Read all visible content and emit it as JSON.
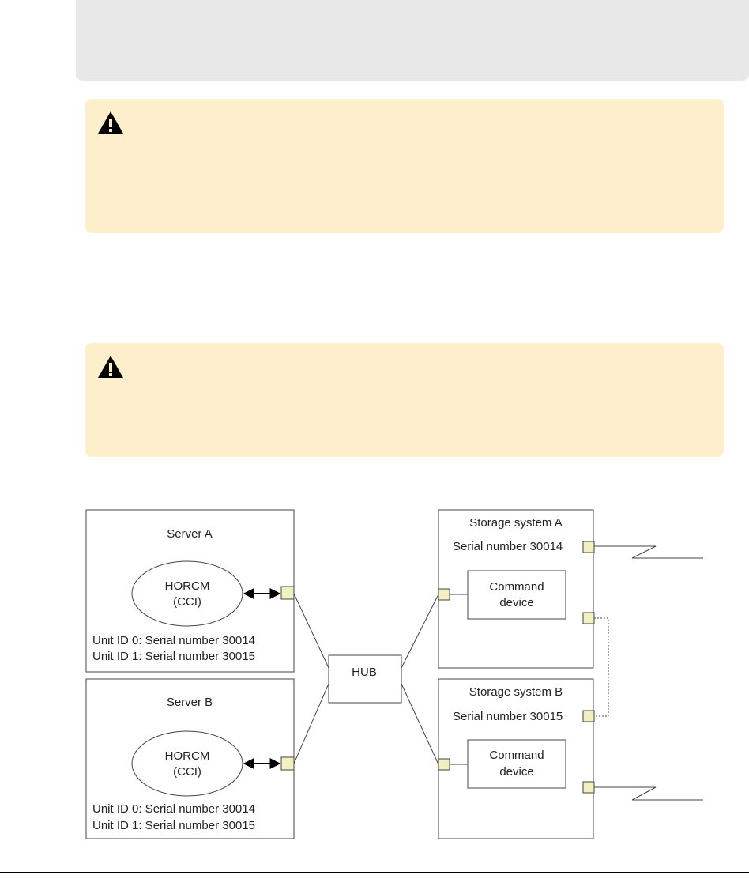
{
  "note_box": {
    "text": ""
  },
  "cautions": [
    {
      "icon": "warning-triangle-icon",
      "text": ""
    },
    {
      "icon": "warning-triangle-icon",
      "text": ""
    }
  ],
  "diagram": {
    "server_a": {
      "title": "Server A",
      "horcm_line1": "HORCM",
      "horcm_line2": "(CCI)",
      "unit0": "Unit ID 0: Serial number 30014",
      "unit1": "Unit ID 1: Serial number 30015"
    },
    "server_b": {
      "title": "Server B",
      "horcm_line1": "HORCM",
      "horcm_line2": "(CCI)",
      "unit0": "Unit ID 0: Serial number 30014",
      "unit1": "Unit ID 1: Serial number 30015"
    },
    "hub": {
      "label": "HUB"
    },
    "storage_a": {
      "title": "Storage system A",
      "serial": "Serial number 30014",
      "cmd_line1": "Command",
      "cmd_line2": "device"
    },
    "storage_b": {
      "title": "Storage system B",
      "serial": "Serial number 30015",
      "cmd_line1": "Command",
      "cmd_line2": "device"
    },
    "colors": {
      "port_fill": "#f0f0c0",
      "caution_bg": "#fdefcc",
      "note_bg": "#e8e8e8"
    }
  }
}
